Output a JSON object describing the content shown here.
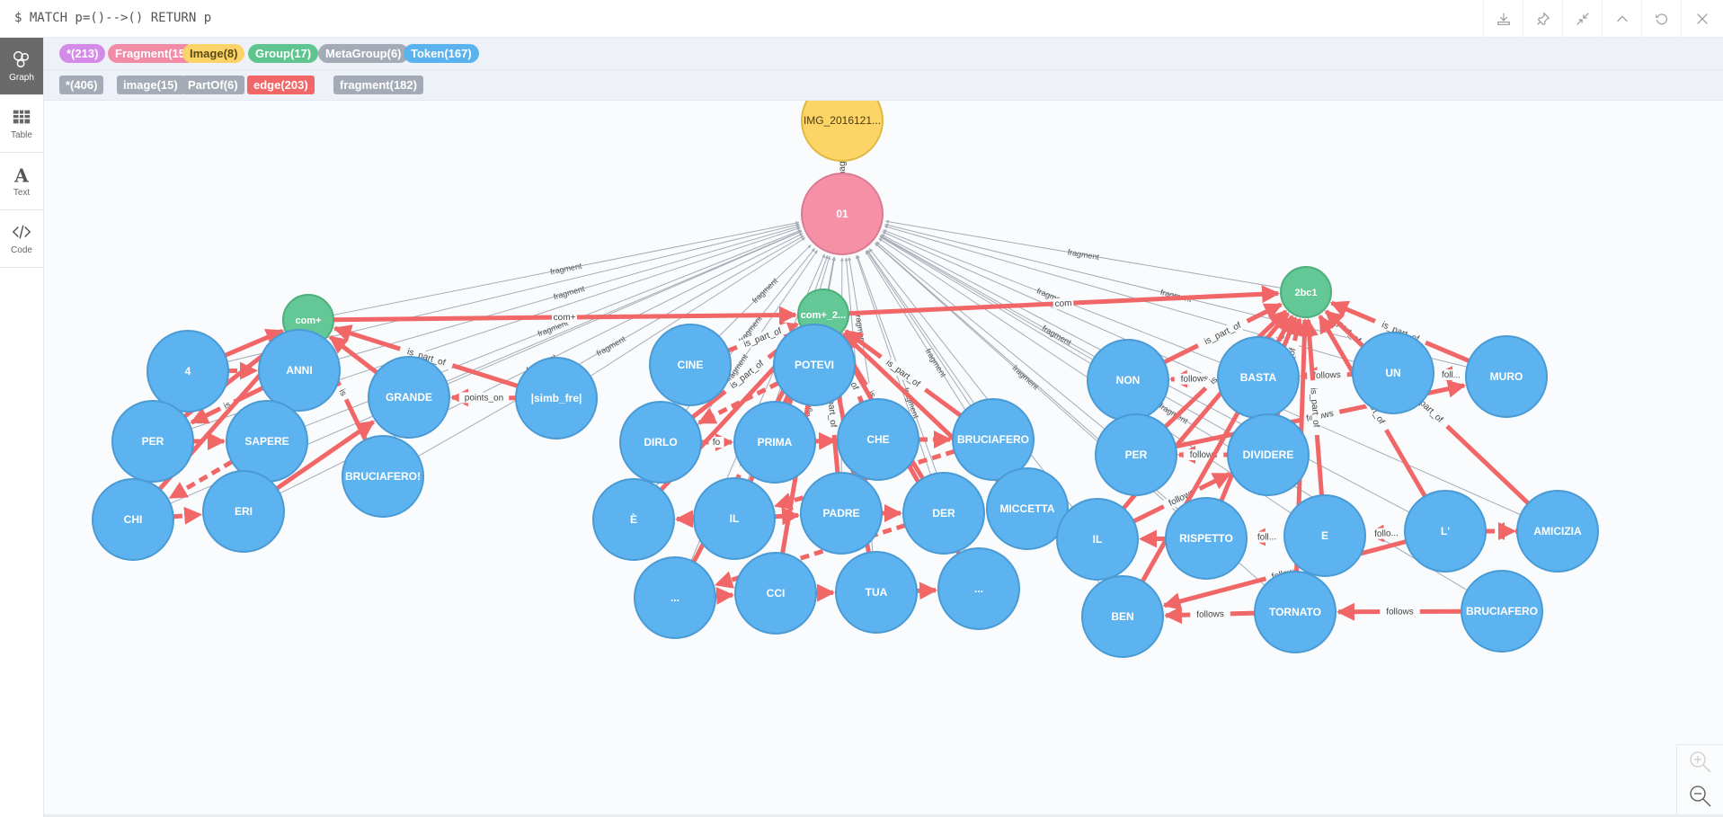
{
  "query": "$ MATCH p=()-->() RETURN p",
  "toolbar": [
    {
      "name": "download-button",
      "icon": "download-icon"
    },
    {
      "name": "pin-button",
      "icon": "pin-icon"
    },
    {
      "name": "collapse-button",
      "icon": "collapse-icon"
    },
    {
      "name": "scroll-up-button",
      "icon": "chevron-up-icon"
    },
    {
      "name": "rerun-button",
      "icon": "refresh-icon"
    },
    {
      "name": "close-button",
      "icon": "close-icon"
    }
  ],
  "sidebar": {
    "items": [
      {
        "label": "Graph",
        "icon": "graph-icon",
        "active": true
      },
      {
        "label": "Table",
        "icon": "table-icon",
        "active": false
      },
      {
        "label": "Text",
        "icon": "text-icon",
        "active": false
      },
      {
        "label": "Code",
        "icon": "code-icon",
        "active": false
      }
    ]
  },
  "node_labels": [
    {
      "label": "*(213)",
      "color": "#d48be8",
      "text_color": "#ffffff"
    },
    {
      "label": "Fragment(15)",
      "color": "#f28ba5",
      "text_color": "#ffffff"
    },
    {
      "label": "Image(8)",
      "color": "#fcd368",
      "text_color": "#5b4a12"
    },
    {
      "label": "Group(17)",
      "color": "#5fc58f",
      "text_color": "#ffffff"
    },
    {
      "label": "MetaGroup(6)",
      "color": "#a5abb6",
      "text_color": "#ffffff"
    },
    {
      "label": "Token(167)",
      "color": "#5ab2ee",
      "text_color": "#ffffff"
    }
  ],
  "relationship_types": [
    {
      "label": "*(406)",
      "color": "#a5abb6"
    },
    {
      "label": "image(15)",
      "color": "#a5abb6"
    },
    {
      "label": "PartOf(6)",
      "color": "#a5abb6"
    },
    {
      "label": "edge(203)",
      "color": "#f16667"
    },
    {
      "label": "fragment(182)",
      "color": "#a5abb6"
    }
  ],
  "colors": {
    "token": "#5db3ef",
    "token_border": "#4a9ad4",
    "group": "#64c896",
    "group_border": "#4eae7c",
    "fragment": "#f690a7",
    "fragment_border": "#d97b92",
    "image": "#fdd466",
    "image_border": "#e0b83f",
    "edge": "#f16667",
    "fragment_edge": "#a5abb6"
  },
  "graph": {
    "nodes": [
      {
        "id": "img",
        "caption": "IMG_2016121...",
        "type": "image"
      },
      {
        "id": "f01",
        "caption": "01",
        "type": "fragment"
      },
      {
        "id": "g1",
        "caption": "com+",
        "type": "group"
      },
      {
        "id": "g2",
        "caption": "com+_2...",
        "type": "group"
      },
      {
        "id": "g3",
        "caption": "2bc1",
        "type": "group"
      },
      {
        "id": "t4",
        "caption": "4",
        "type": "token"
      },
      {
        "id": "tANNI",
        "caption": "ANNI",
        "type": "token"
      },
      {
        "id": "tPER1",
        "caption": "PER",
        "type": "token"
      },
      {
        "id": "tSAPERE",
        "caption": "SAPERE",
        "type": "token"
      },
      {
        "id": "tCHI",
        "caption": "CHI",
        "type": "token"
      },
      {
        "id": "tERI",
        "caption": "ERI",
        "type": "token"
      },
      {
        "id": "tGRANDE",
        "caption": "GRANDE",
        "type": "token"
      },
      {
        "id": "tBRUC1",
        "caption": "BRUCIAFERO!",
        "type": "token"
      },
      {
        "id": "tSIMB",
        "caption": "|simb_fre|",
        "type": "token"
      },
      {
        "id": "tCINE",
        "caption": "CINE",
        "type": "token"
      },
      {
        "id": "tPOTEVI",
        "caption": "POTEVI",
        "type": "token"
      },
      {
        "id": "tDIRLO",
        "caption": "DIRLO",
        "type": "token"
      },
      {
        "id": "tPRIMA",
        "caption": "PRIMA",
        "type": "token"
      },
      {
        "id": "tCHE",
        "caption": "CHE",
        "type": "token"
      },
      {
        "id": "tBRUC2",
        "caption": "BRUCIAFERO",
        "type": "token"
      },
      {
        "id": "tE1",
        "caption": "È",
        "type": "token"
      },
      {
        "id": "tIL1",
        "caption": "IL",
        "type": "token"
      },
      {
        "id": "tPADRE",
        "caption": "PADRE",
        "type": "token"
      },
      {
        "id": "tDER",
        "caption": "DER",
        "type": "token"
      },
      {
        "id": "tMICC",
        "caption": "MICCETTA",
        "type": "token"
      },
      {
        "id": "tDOT1",
        "caption": "...",
        "type": "token"
      },
      {
        "id": "tCCI",
        "caption": "CCI",
        "type": "token"
      },
      {
        "id": "tTUA",
        "caption": "TUA",
        "type": "token"
      },
      {
        "id": "tDOT2",
        "caption": "...",
        "type": "token"
      },
      {
        "id": "tNON",
        "caption": "NON",
        "type": "token"
      },
      {
        "id": "tBASTA",
        "caption": "BASTA",
        "type": "token"
      },
      {
        "id": "tUN",
        "caption": "UN",
        "type": "token"
      },
      {
        "id": "tMURO",
        "caption": "MURO",
        "type": "token"
      },
      {
        "id": "tPER2",
        "caption": "PER",
        "type": "token"
      },
      {
        "id": "tDIVID",
        "caption": "DIVIDERE",
        "type": "token"
      },
      {
        "id": "tIL2",
        "caption": "IL",
        "type": "token"
      },
      {
        "id": "tRISP",
        "caption": "RISPETTO",
        "type": "token"
      },
      {
        "id": "tE2",
        "caption": "E",
        "type": "token"
      },
      {
        "id": "tL",
        "caption": "L'",
        "type": "token"
      },
      {
        "id": "tAMIC",
        "caption": "AMICIZIA",
        "type": "token"
      },
      {
        "id": "tBEN",
        "caption": "BEN",
        "type": "token"
      },
      {
        "id": "tTORN",
        "caption": "TORNATO",
        "type": "token"
      },
      {
        "id": "tBRUC3",
        "caption": "BRUCIAFERO",
        "type": "token"
      }
    ],
    "edges": [
      {
        "from": "f01",
        "to": "img",
        "label": "image",
        "kind": "image"
      },
      {
        "from": "g1",
        "to": "g2",
        "label": "com+",
        "kind": "edge"
      },
      {
        "from": "g2",
        "to": "g3",
        "label": "com",
        "kind": "edge"
      },
      {
        "from": "t4",
        "to": "tANNI",
        "label": "",
        "kind": "follows"
      },
      {
        "from": "tPER1",
        "to": "tSAPERE",
        "label": "",
        "kind": "follows"
      },
      {
        "from": "tCHI",
        "to": "tERI",
        "label": "",
        "kind": "follows"
      },
      {
        "from": "tANNI",
        "to": "tPER1",
        "label": "is",
        "kind": "edge"
      },
      {
        "from": "tSAPERE",
        "to": "tCHI",
        "label": "",
        "kind": "follows"
      },
      {
        "from": "tSIMB",
        "to": "tGRANDE",
        "label": "points_on",
        "kind": "edge"
      },
      {
        "from": "tSIMB",
        "to": "g1",
        "label": "is_part_of",
        "kind": "edge"
      },
      {
        "from": "t4",
        "to": "g1",
        "label": "",
        "kind": "edge"
      },
      {
        "from": "tANNI",
        "to": "g1",
        "label": "is_",
        "kind": "edge"
      },
      {
        "from": "tPER1",
        "to": "g1",
        "label": "",
        "kind": "edge"
      },
      {
        "from": "tSAPERE",
        "to": "g1",
        "label": "is_part_of",
        "kind": "edge"
      },
      {
        "from": "tCHI",
        "to": "g1",
        "label": "",
        "kind": "edge"
      },
      {
        "from": "tERI",
        "to": "tGRANDE",
        "label": "",
        "kind": "edge"
      },
      {
        "from": "tGRANDE",
        "to": "g1",
        "label": "",
        "kind": "edge"
      },
      {
        "from": "tBRUC1",
        "to": "g1",
        "label": "is",
        "kind": "edge"
      },
      {
        "from": "tCINE",
        "to": "g2",
        "label": "is_part_of",
        "kind": "edge"
      },
      {
        "from": "tPOTEVI",
        "to": "tDIRLO",
        "label": "",
        "kind": "follows"
      },
      {
        "from": "tDIRLO",
        "to": "tPRIMA",
        "label": "fo",
        "kind": "follows"
      },
      {
        "from": "tPRIMA",
        "to": "tCHE",
        "label": "",
        "kind": "follows"
      },
      {
        "from": "tCHE",
        "to": "tBRUC2",
        "label": "",
        "kind": "follows"
      },
      {
        "from": "tBRUC2",
        "to": "tIL1",
        "label": "",
        "kind": "follows"
      },
      {
        "from": "tIL1",
        "to": "tE1",
        "label": "",
        "kind": "follows"
      },
      {
        "from": "tIL1",
        "to": "tPADRE",
        "label": "",
        "kind": "follows"
      },
      {
        "from": "tPADRE",
        "to": "tDER",
        "label": "",
        "kind": "follows"
      },
      {
        "from": "tDER",
        "to": "tDOT1",
        "label": "",
        "kind": "follows"
      },
      {
        "from": "tDOT1",
        "to": "tCCI",
        "label": "",
        "kind": "follows"
      },
      {
        "from": "tCCI",
        "to": "tTUA",
        "label": "",
        "kind": "follows"
      },
      {
        "from": "tTUA",
        "to": "tDOT2",
        "label": "",
        "kind": "follows"
      },
      {
        "from": "tPOTEVI",
        "to": "g2",
        "label": "",
        "kind": "edge"
      },
      {
        "from": "tDIRLO",
        "to": "g2",
        "label": "is_part_of",
        "kind": "edge"
      },
      {
        "from": "tPRIMA",
        "to": "g2",
        "label": "is_part_of",
        "kind": "edge"
      },
      {
        "from": "tCHE",
        "to": "g2",
        "label": "is_part_of",
        "kind": "edge"
      },
      {
        "from": "tBRUC2",
        "to": "g2",
        "label": "is_part_of",
        "kind": "edge"
      },
      {
        "from": "tDER",
        "to": "g2",
        "label": "is_part_of",
        "kind": "edge"
      },
      {
        "from": "tMICC",
        "to": "g2",
        "label": "",
        "kind": "edge"
      },
      {
        "from": "tDOT1",
        "to": "g2",
        "label": "is_part_of",
        "kind": "edge"
      },
      {
        "from": "tCCI",
        "to": "g2",
        "label": "",
        "kind": "edge"
      },
      {
        "from": "tTUA",
        "to": "g2",
        "label": "",
        "kind": "edge"
      },
      {
        "from": "tDOT2",
        "to": "g2",
        "label": "",
        "kind": "edge"
      },
      {
        "from": "tPADRE",
        "to": "g2",
        "label": "is_part_of",
        "kind": "edge"
      },
      {
        "from": "tE1",
        "to": "g2",
        "label": "",
        "kind": "edge"
      },
      {
        "from": "tIL1",
        "to": "g2",
        "label": "",
        "kind": "edge"
      },
      {
        "from": "tBASTA",
        "to": "tNON",
        "label": "follows",
        "kind": "follows"
      },
      {
        "from": "tUN",
        "to": "tBASTA",
        "label": "follows",
        "kind": "follows"
      },
      {
        "from": "tMURO",
        "to": "tUN",
        "label": "foll...",
        "kind": "follows"
      },
      {
        "from": "tDIVID",
        "to": "tPER2",
        "label": "follows",
        "kind": "follows"
      },
      {
        "from": "tPER2",
        "to": "tMURO",
        "label": "follows",
        "kind": "follows"
      },
      {
        "from": "tIL2",
        "to": "tDIVID",
        "label": "follows",
        "kind": "follows"
      },
      {
        "from": "tRISP",
        "to": "tIL2",
        "label": "",
        "kind": "follows"
      },
      {
        "from": "tE2",
        "to": "tRISP",
        "label": "foll...",
        "kind": "follows"
      },
      {
        "from": "tL",
        "to": "tE2",
        "label": "follo...",
        "kind": "follows"
      },
      {
        "from": "tAMIC",
        "to": "tL",
        "label": "f...",
        "kind": "follows"
      },
      {
        "from": "tL",
        "to": "tAMIC",
        "label": "",
        "kind": "follows"
      },
      {
        "from": "tTORN",
        "to": "tBEN",
        "label": "follows",
        "kind": "follows"
      },
      {
        "from": "tBRUC3",
        "to": "tTORN",
        "label": "follows",
        "kind": "follows"
      },
      {
        "from": "tL",
        "to": "tBEN",
        "label": "follows",
        "kind": "follows"
      },
      {
        "from": "tNON",
        "to": "g3",
        "label": "is_part_of",
        "kind": "edge"
      },
      {
        "from": "tBASTA",
        "to": "g3",
        "label": "is_par",
        "kind": "edge"
      },
      {
        "from": "tUN",
        "to": "g3",
        "label": "is_part_of",
        "kind": "edge"
      },
      {
        "from": "tMURO",
        "to": "g3",
        "label": "is_part_of",
        "kind": "edge"
      },
      {
        "from": "tPER2",
        "to": "g3",
        "label": "is_part_of",
        "kind": "edge"
      },
      {
        "from": "tDIVID",
        "to": "g3",
        "label": "is_part_of",
        "kind": "edge"
      },
      {
        "from": "tE2",
        "to": "g3",
        "label": "is_part_of",
        "kind": "edge"
      },
      {
        "from": "tL",
        "to": "g3",
        "label": "is_part_of",
        "kind": "edge"
      },
      {
        "from": "tAMIC",
        "to": "g3",
        "label": "is_part_of",
        "kind": "edge"
      },
      {
        "from": "tRISP",
        "to": "g3",
        "label": "",
        "kind": "edge"
      },
      {
        "from": "tBEN",
        "to": "g3",
        "label": "",
        "kind": "edge"
      },
      {
        "from": "tTORN",
        "to": "g3",
        "label": "",
        "kind": "edge"
      },
      {
        "from": "tIL2",
        "to": "g3",
        "label": "",
        "kind": "edge"
      }
    ],
    "fragment_edge_label": "fragment"
  },
  "zoom_controls": {
    "zoom_in": "zoom-in-icon",
    "zoom_out": "zoom-out-icon"
  }
}
